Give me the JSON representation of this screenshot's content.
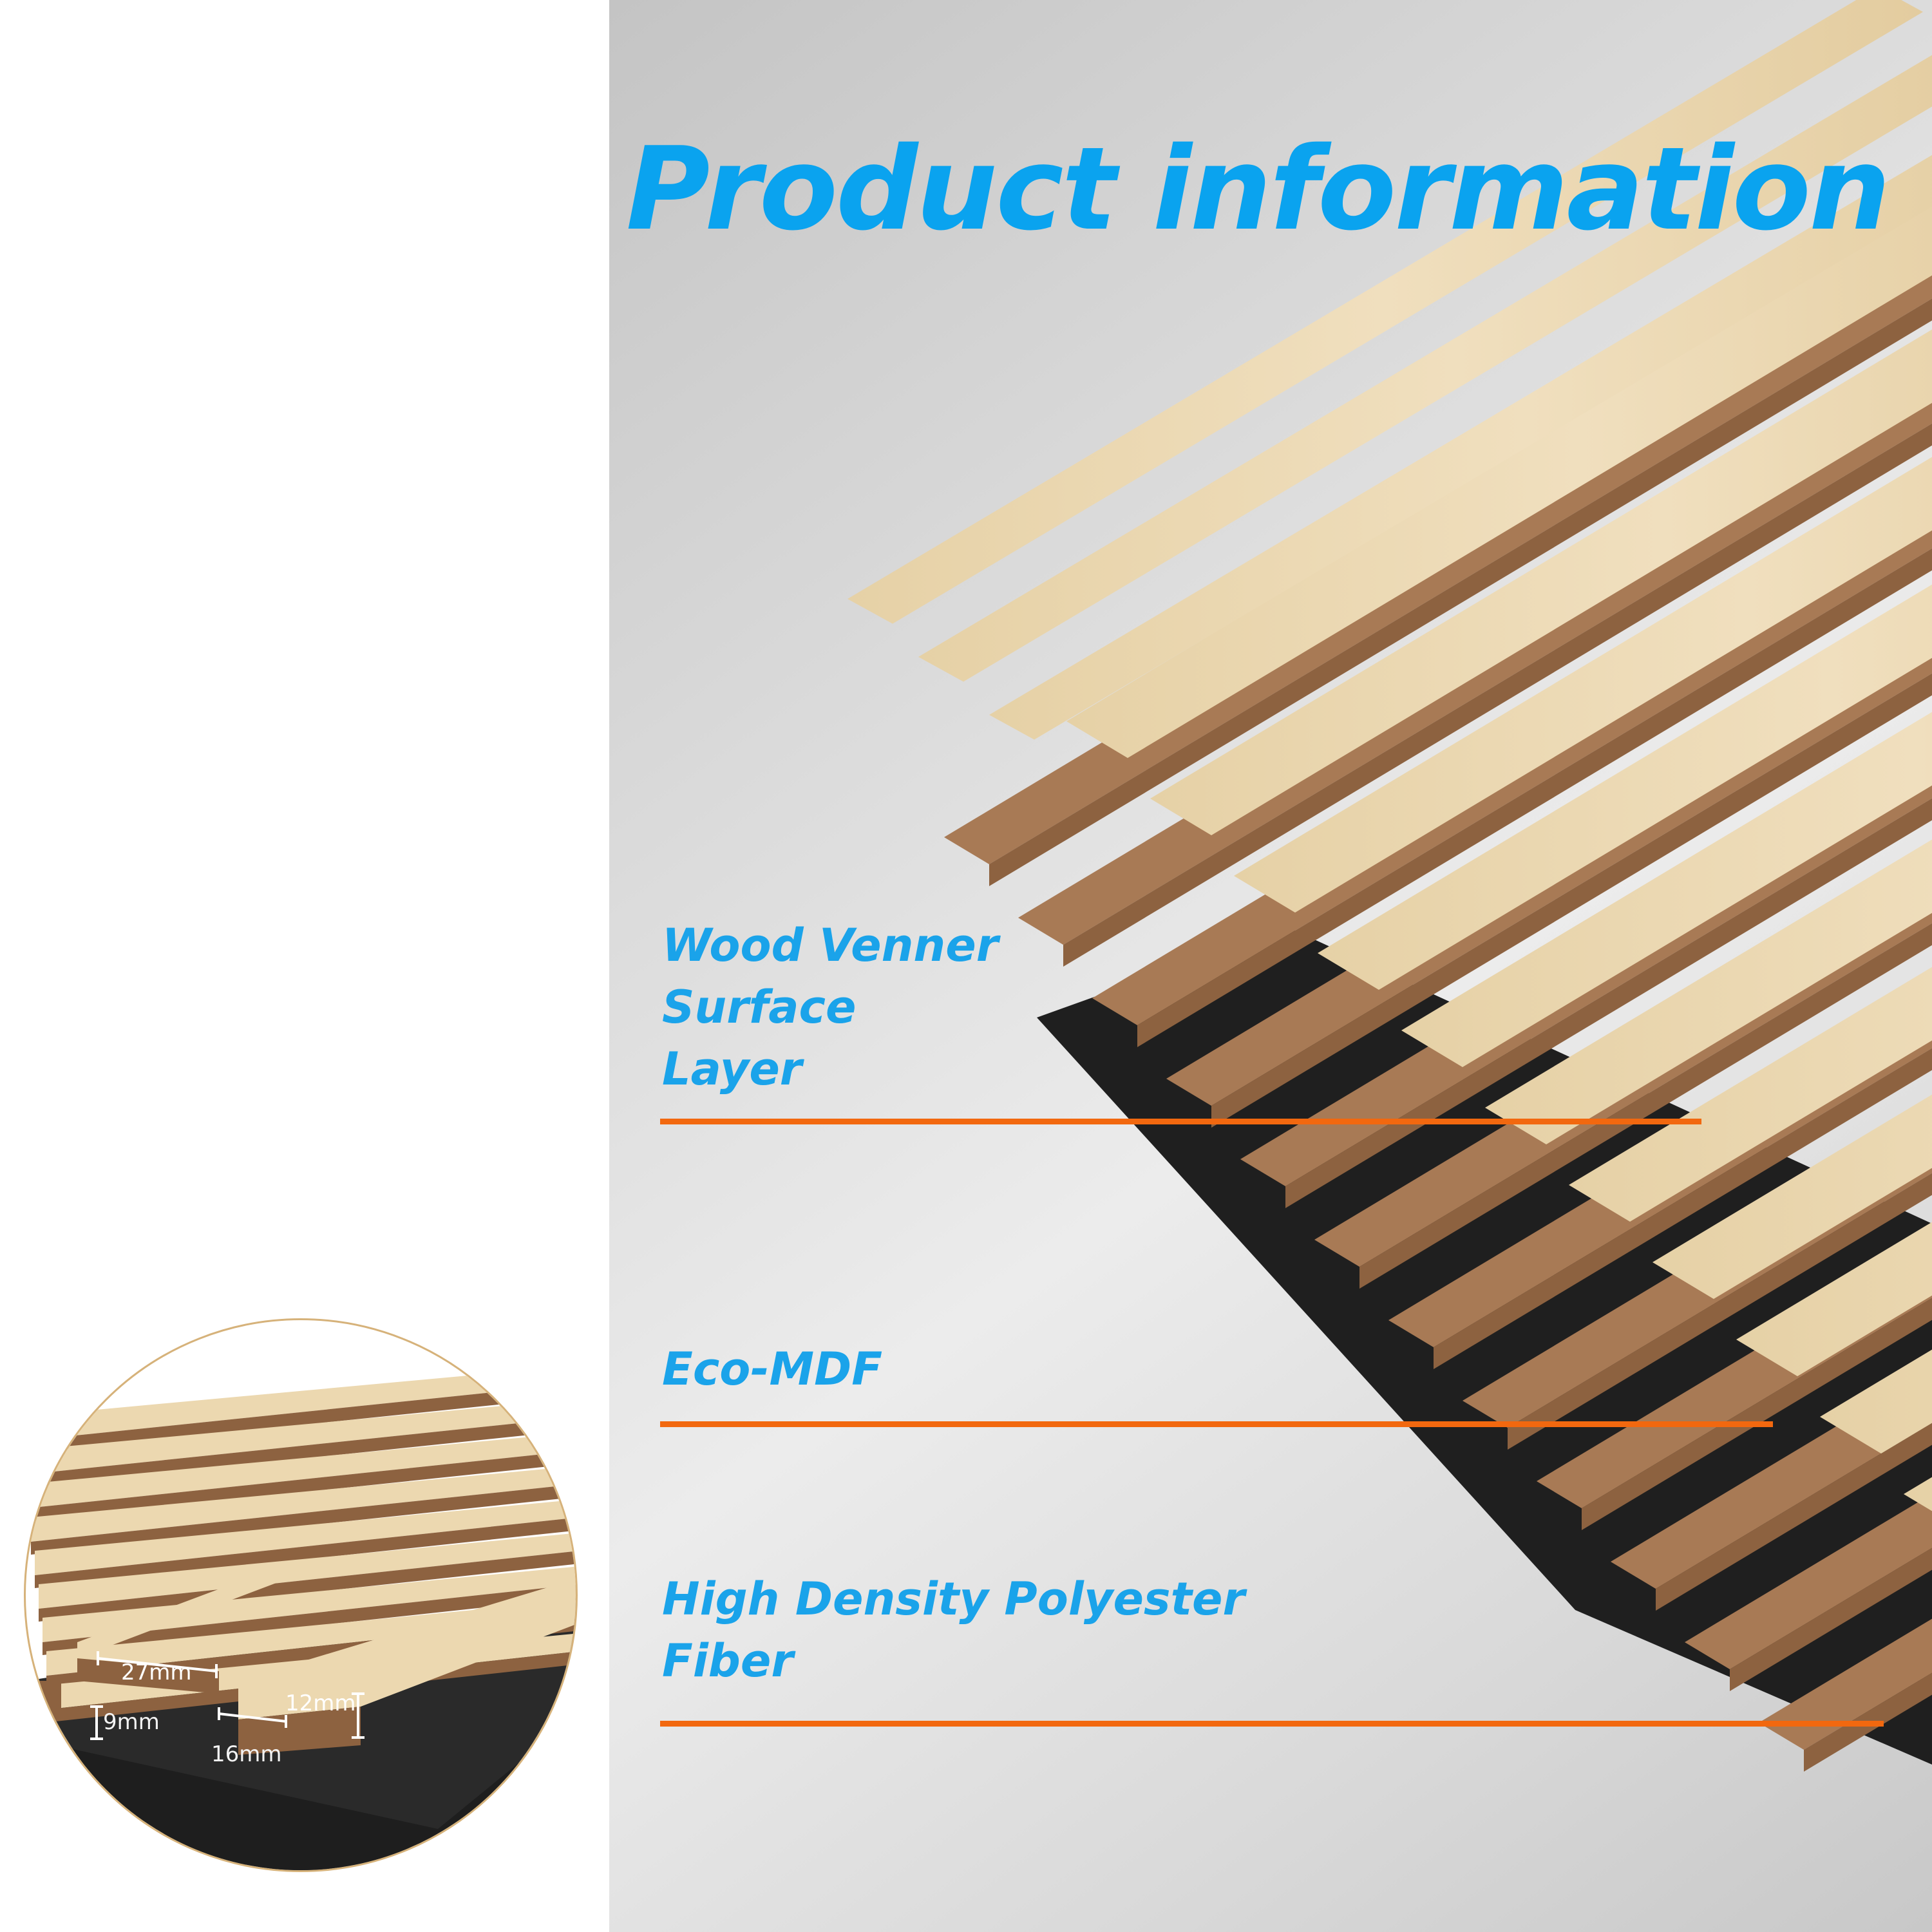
{
  "title": "Product information",
  "layers": [
    {
      "label": "Wood Venner\nSurface\nLayer"
    },
    {
      "label": "Eco-MDF"
    },
    {
      "label": "High Density Polyester\nFiber"
    }
  ],
  "detail": {
    "slat_width": "27mm",
    "slat_height": "12mm",
    "felt_thickness": "9mm",
    "slat_gap": "16mm"
  },
  "colors": {
    "title": "#0aa3ef",
    "labels": "#1aa3ea",
    "leader_lines": "#f2680f",
    "veneer": "#ecd9b2",
    "mdf": "#8d6240",
    "felt": "#1f1f1f",
    "circle_border": "#d6b27a"
  }
}
